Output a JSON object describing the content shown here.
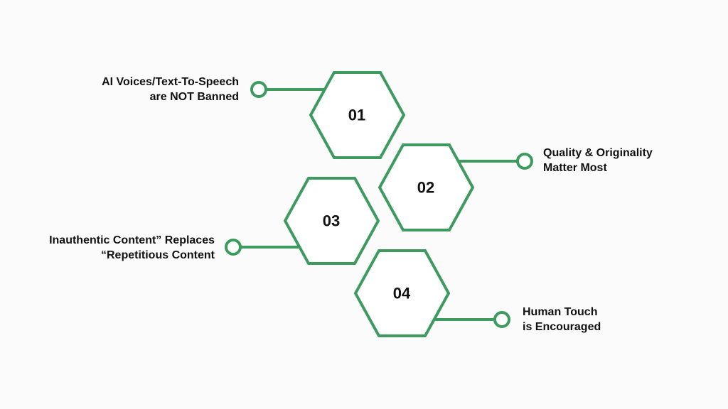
{
  "colors": {
    "accent": "#3e9b5f",
    "text": "#111111",
    "background": "#fbfbfb"
  },
  "steps": [
    {
      "number": "01",
      "label_lines": [
        "AI Voices/Text-To-Speech",
        "are NOT Banned"
      ]
    },
    {
      "number": "02",
      "label_lines": [
        "Quality & Originality",
        "Matter Most"
      ]
    },
    {
      "number": "03",
      "label_lines": [
        "Inauthentic Content” Replaces",
        "“Repetitious Content"
      ]
    },
    {
      "number": "04",
      "label_lines": [
        "Human Touch",
        "is Encouraged"
      ]
    }
  ]
}
